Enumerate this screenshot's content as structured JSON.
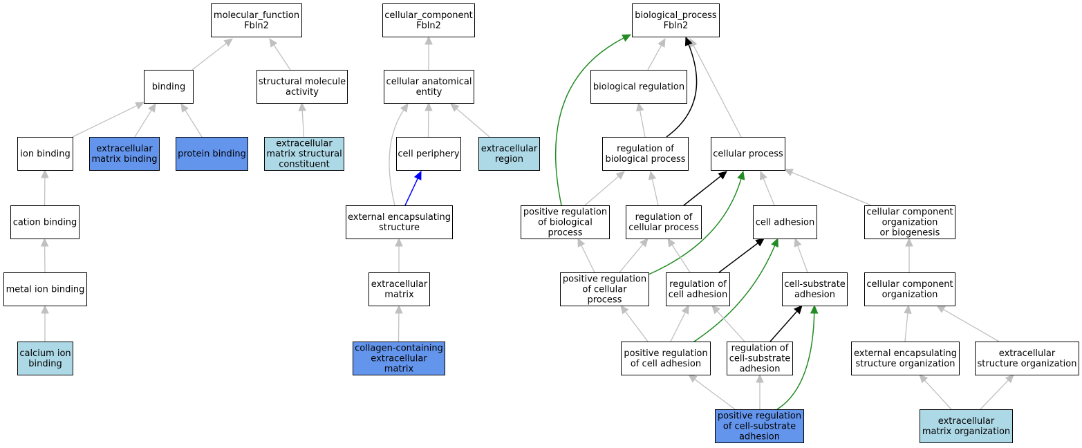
{
  "colors": {
    "default_fill": "#ffffff",
    "direct_annotation_fill": "#6495ed",
    "inferred_annotation_fill": "#add8e6",
    "is_a_edge": "#c0c0c0",
    "part_of_edge": "#0000ff",
    "regulates_edge": "#000000",
    "positively_regulates_edge": "#228b22",
    "node_border": "#000000"
  },
  "nodes": [
    {
      "id": "mf_root",
      "lines": [
        "molecular_function",
        "Fbln2"
      ],
      "fill": "default"
    },
    {
      "id": "binding",
      "lines": [
        "binding"
      ],
      "fill": "default"
    },
    {
      "id": "structural_molecule_activity",
      "lines": [
        "structural molecule",
        "activity"
      ],
      "fill": "default"
    },
    {
      "id": "ion_binding",
      "lines": [
        "ion binding"
      ],
      "fill": "default"
    },
    {
      "id": "extracellular_matrix_binding",
      "lines": [
        "extracellular",
        "matrix binding"
      ],
      "fill": "direct"
    },
    {
      "id": "protein_binding",
      "lines": [
        "protein binding"
      ],
      "fill": "direct"
    },
    {
      "id": "ecm_structural_constituent",
      "lines": [
        "extracellular",
        "matrix structural",
        "constituent"
      ],
      "fill": "inferred"
    },
    {
      "id": "cation_binding",
      "lines": [
        "cation binding"
      ],
      "fill": "default"
    },
    {
      "id": "metal_ion_binding",
      "lines": [
        "metal ion binding"
      ],
      "fill": "default"
    },
    {
      "id": "calcium_ion_binding",
      "lines": [
        "calcium ion",
        "binding"
      ],
      "fill": "inferred"
    },
    {
      "id": "cc_root",
      "lines": [
        "cellular_component",
        "Fbln2"
      ],
      "fill": "default"
    },
    {
      "id": "cellular_anatomical_entity",
      "lines": [
        "cellular anatomical",
        "entity"
      ],
      "fill": "default"
    },
    {
      "id": "cell_periphery",
      "lines": [
        "cell periphery"
      ],
      "fill": "default"
    },
    {
      "id": "extracellular_region",
      "lines": [
        "extracellular",
        "region"
      ],
      "fill": "inferred"
    },
    {
      "id": "external_encapsulating_structure",
      "lines": [
        "external encapsulating",
        "structure"
      ],
      "fill": "default"
    },
    {
      "id": "extracellular_matrix",
      "lines": [
        "extracellular",
        "matrix"
      ],
      "fill": "default"
    },
    {
      "id": "collagen_containing_ecm",
      "lines": [
        "collagen-containing",
        "extracellular",
        "matrix"
      ],
      "fill": "direct"
    },
    {
      "id": "bp_root",
      "lines": [
        "biological_process",
        "Fbln2"
      ],
      "fill": "default"
    },
    {
      "id": "biological_regulation",
      "lines": [
        "biological regulation"
      ],
      "fill": "default"
    },
    {
      "id": "regulation_of_biological_process",
      "lines": [
        "regulation of",
        "biological process"
      ],
      "fill": "default"
    },
    {
      "id": "cellular_process",
      "lines": [
        "cellular process"
      ],
      "fill": "default"
    },
    {
      "id": "positive_regulation_of_biological_process",
      "lines": [
        "positive regulation",
        "of biological",
        "process"
      ],
      "fill": "default"
    },
    {
      "id": "regulation_of_cellular_process",
      "lines": [
        "regulation of",
        "cellular process"
      ],
      "fill": "default"
    },
    {
      "id": "cell_adhesion",
      "lines": [
        "cell adhesion"
      ],
      "fill": "default"
    },
    {
      "id": "cellular_component_organization_or_biogenesis",
      "lines": [
        "cellular component",
        "organization",
        "or biogenesis"
      ],
      "fill": "default"
    },
    {
      "id": "positive_regulation_of_cellular_process",
      "lines": [
        "positive regulation",
        "of cellular",
        "process"
      ],
      "fill": "default"
    },
    {
      "id": "regulation_of_cell_adhesion",
      "lines": [
        "regulation of",
        "cell adhesion"
      ],
      "fill": "default"
    },
    {
      "id": "cell_substrate_adhesion",
      "lines": [
        "cell-substrate",
        "adhesion"
      ],
      "fill": "default"
    },
    {
      "id": "cellular_component_organization",
      "lines": [
        "cellular component",
        "organization"
      ],
      "fill": "default"
    },
    {
      "id": "positive_regulation_of_cell_adhesion",
      "lines": [
        "positive regulation",
        "of cell adhesion"
      ],
      "fill": "default"
    },
    {
      "id": "regulation_of_cell_substrate_adhesion",
      "lines": [
        "regulation of",
        "cell-substrate",
        "adhesion"
      ],
      "fill": "default"
    },
    {
      "id": "external_encapsulating_structure_organization",
      "lines": [
        "external encapsulating",
        "structure organization"
      ],
      "fill": "default"
    },
    {
      "id": "extracellular_structure_organization",
      "lines": [
        "extracellular",
        "structure organization"
      ],
      "fill": "default"
    },
    {
      "id": "positive_regulation_of_cell_substrate_adhesion",
      "lines": [
        "positive regulation",
        "of cell-substrate",
        "adhesion"
      ],
      "fill": "direct"
    },
    {
      "id": "extracellular_matrix_organization",
      "lines": [
        "extracellular",
        "matrix organization"
      ],
      "fill": "inferred"
    }
  ],
  "edges": [
    {
      "from": "binding",
      "to": "mf_root",
      "type": "is_a"
    },
    {
      "from": "structural_molecule_activity",
      "to": "mf_root",
      "type": "is_a"
    },
    {
      "from": "ion_binding",
      "to": "binding",
      "type": "is_a"
    },
    {
      "from": "extracellular_matrix_binding",
      "to": "binding",
      "type": "is_a"
    },
    {
      "from": "protein_binding",
      "to": "binding",
      "type": "is_a"
    },
    {
      "from": "ecm_structural_constituent",
      "to": "structural_molecule_activity",
      "type": "is_a"
    },
    {
      "from": "cation_binding",
      "to": "ion_binding",
      "type": "is_a"
    },
    {
      "from": "metal_ion_binding",
      "to": "cation_binding",
      "type": "is_a"
    },
    {
      "from": "calcium_ion_binding",
      "to": "metal_ion_binding",
      "type": "is_a"
    },
    {
      "from": "cellular_anatomical_entity",
      "to": "cc_root",
      "type": "is_a"
    },
    {
      "from": "cell_periphery",
      "to": "cellular_anatomical_entity",
      "type": "is_a"
    },
    {
      "from": "extracellular_region",
      "to": "cellular_anatomical_entity",
      "type": "is_a"
    },
    {
      "from": "external_encapsulating_structure",
      "to": "cellular_anatomical_entity",
      "type": "is_a"
    },
    {
      "from": "external_encapsulating_structure",
      "to": "cell_periphery",
      "type": "part_of"
    },
    {
      "from": "extracellular_matrix",
      "to": "external_encapsulating_structure",
      "type": "is_a"
    },
    {
      "from": "collagen_containing_ecm",
      "to": "extracellular_matrix",
      "type": "is_a"
    },
    {
      "from": "biological_regulation",
      "to": "bp_root",
      "type": "is_a"
    },
    {
      "from": "cellular_process",
      "to": "bp_root",
      "type": "is_a"
    },
    {
      "from": "regulation_of_biological_process",
      "to": "bp_root",
      "type": "regulates"
    },
    {
      "from": "positive_regulation_of_biological_process",
      "to": "bp_root",
      "type": "positively_regulates"
    },
    {
      "from": "regulation_of_biological_process",
      "to": "biological_regulation",
      "type": "is_a"
    },
    {
      "from": "positive_regulation_of_biological_process",
      "to": "regulation_of_biological_process",
      "type": "is_a"
    },
    {
      "from": "regulation_of_cellular_process",
      "to": "regulation_of_biological_process",
      "type": "is_a"
    },
    {
      "from": "regulation_of_cellular_process",
      "to": "cellular_process",
      "type": "regulates"
    },
    {
      "from": "positive_regulation_of_cellular_process",
      "to": "cellular_process",
      "type": "positively_regulates"
    },
    {
      "from": "cell_adhesion",
      "to": "cellular_process",
      "type": "is_a"
    },
    {
      "from": "cellular_component_organization_or_biogenesis",
      "to": "cellular_process",
      "type": "is_a"
    },
    {
      "from": "positive_regulation_of_cellular_process",
      "to": "positive_regulation_of_biological_process",
      "type": "is_a"
    },
    {
      "from": "positive_regulation_of_cellular_process",
      "to": "regulation_of_cellular_process",
      "type": "is_a"
    },
    {
      "from": "regulation_of_cell_adhesion",
      "to": "regulation_of_cellular_process",
      "type": "is_a"
    },
    {
      "from": "regulation_of_cell_adhesion",
      "to": "cell_adhesion",
      "type": "regulates"
    },
    {
      "from": "positive_regulation_of_cell_adhesion",
      "to": "cell_adhesion",
      "type": "positively_regulates"
    },
    {
      "from": "cell_substrate_adhesion",
      "to": "cell_adhesion",
      "type": "is_a"
    },
    {
      "from": "cellular_component_organization",
      "to": "cellular_component_organization_or_biogenesis",
      "type": "is_a"
    },
    {
      "from": "positive_regulation_of_cell_adhesion",
      "to": "positive_regulation_of_cellular_process",
      "type": "is_a"
    },
    {
      "from": "positive_regulation_of_cell_adhesion",
      "to": "regulation_of_cell_adhesion",
      "type": "is_a"
    },
    {
      "from": "regulation_of_cell_substrate_adhesion",
      "to": "regulation_of_cell_adhesion",
      "type": "is_a"
    },
    {
      "from": "regulation_of_cell_substrate_adhesion",
      "to": "cell_substrate_adhesion",
      "type": "regulates"
    },
    {
      "from": "positive_regulation_of_cell_substrate_adhesion",
      "to": "cell_substrate_adhesion",
      "type": "positively_regulates"
    },
    {
      "from": "positive_regulation_of_cell_substrate_adhesion",
      "to": "positive_regulation_of_cell_adhesion",
      "type": "is_a"
    },
    {
      "from": "positive_regulation_of_cell_substrate_adhesion",
      "to": "regulation_of_cell_substrate_adhesion",
      "type": "is_a"
    },
    {
      "from": "external_encapsulating_structure_organization",
      "to": "cellular_component_organization",
      "type": "is_a"
    },
    {
      "from": "extracellular_structure_organization",
      "to": "cellular_component_organization",
      "type": "is_a"
    },
    {
      "from": "extracellular_matrix_organization",
      "to": "external_encapsulating_structure_organization",
      "type": "is_a"
    },
    {
      "from": "extracellular_matrix_organization",
      "to": "extracellular_structure_organization",
      "type": "is_a"
    }
  ]
}
